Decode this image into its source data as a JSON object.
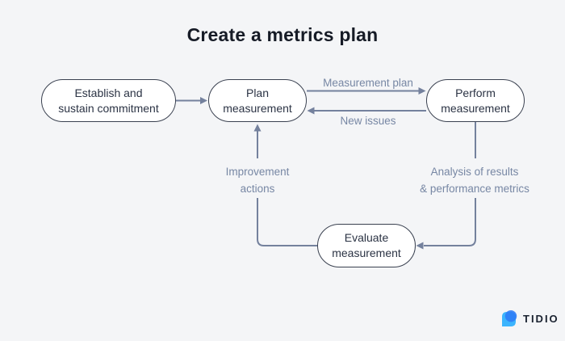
{
  "title": "Create a metrics plan",
  "nodes": {
    "establish": {
      "label": "Establish and\nsustain commitment"
    },
    "plan": {
      "label": "Plan\nmeasurement"
    },
    "perform": {
      "label": "Perform\nmeasurement"
    },
    "evaluate": {
      "label": "Evaluate\nmeasurement"
    }
  },
  "edges": {
    "measurement_plan": {
      "label": "Measurement plan",
      "from": "plan",
      "to": "perform"
    },
    "new_issues": {
      "label": "New issues",
      "from": "perform",
      "to": "plan"
    },
    "improvement_actions": {
      "label": "Improvement\nactions",
      "from": "evaluate",
      "to": "plan"
    },
    "analysis": {
      "label": "Analysis of results\n& performance metrics",
      "from": "perform",
      "to": "evaluate"
    },
    "commitment": {
      "label": "",
      "from": "establish",
      "to": "plan"
    }
  },
  "logo": {
    "text": "TIDIO",
    "icon": "tidio-chat-bubble-icon"
  },
  "colors": {
    "background": "#F4F5F7",
    "line": "#74819D",
    "label_text": "#7787A4",
    "node_border": "#3A4150",
    "node_text": "#2B3344",
    "title": "#161B26",
    "logo_blue": "#2E7BF6",
    "logo_light_blue": "#3CB4FD",
    "logo_text": "#1A2230"
  }
}
